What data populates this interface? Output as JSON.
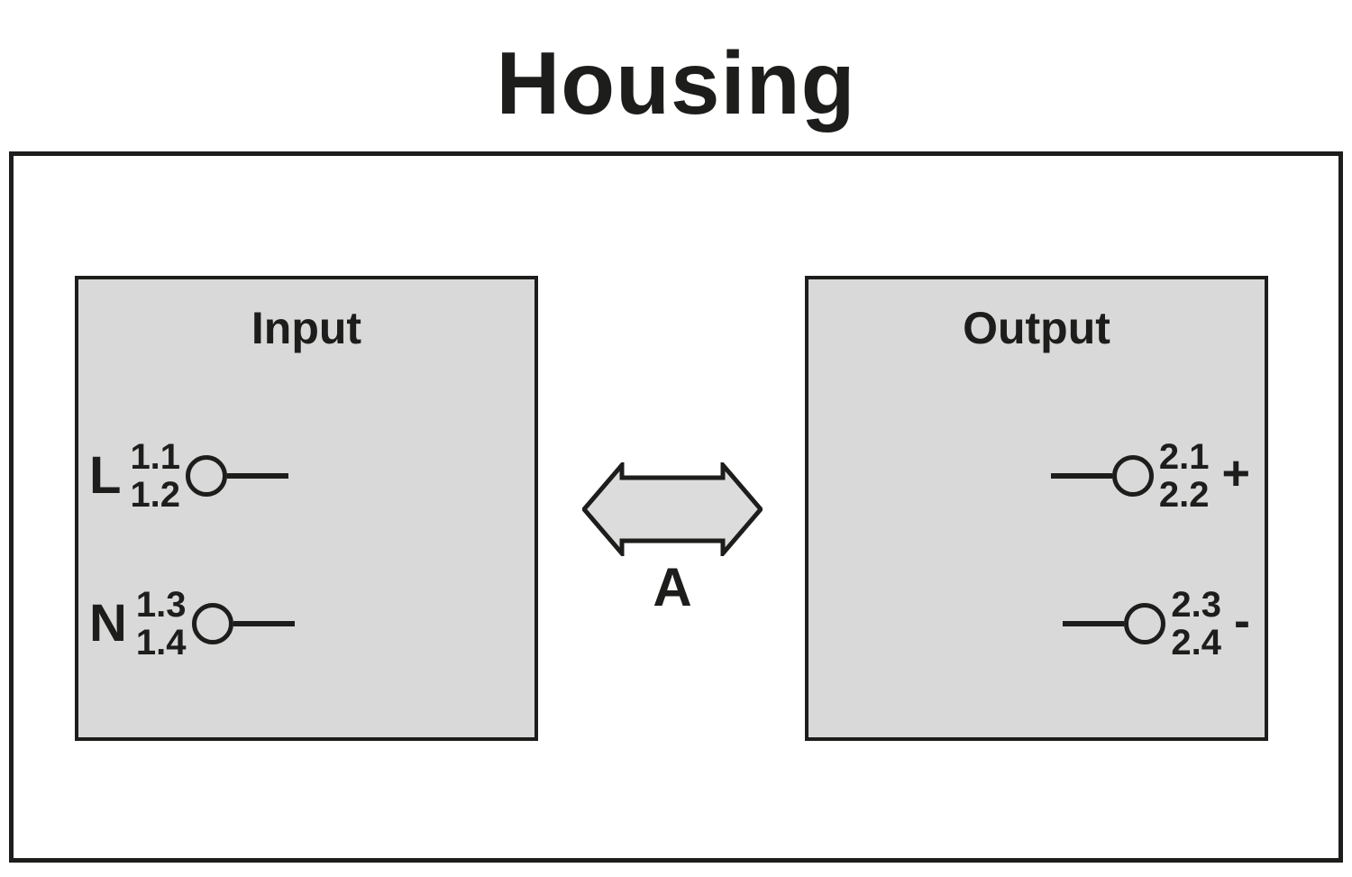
{
  "title": "Housing",
  "input_box": {
    "header": "Input",
    "terminals": [
      {
        "label": "L",
        "top_number": "1.1",
        "bottom_number": "1.2"
      },
      {
        "label": "N",
        "top_number": "1.3",
        "bottom_number": "1.4"
      }
    ]
  },
  "output_box": {
    "header": "Output",
    "terminals": [
      {
        "top_number": "2.1",
        "bottom_number": "2.2",
        "sign": "+"
      },
      {
        "top_number": "2.3",
        "bottom_number": "2.4",
        "sign": "-"
      }
    ]
  },
  "arrow": {
    "label": "A"
  },
  "colors": {
    "panel_fill": "#d9d9d9",
    "arrow_fill": "#dcdcdc",
    "line_color": "#1d1d1b",
    "background": "#ffffff"
  }
}
